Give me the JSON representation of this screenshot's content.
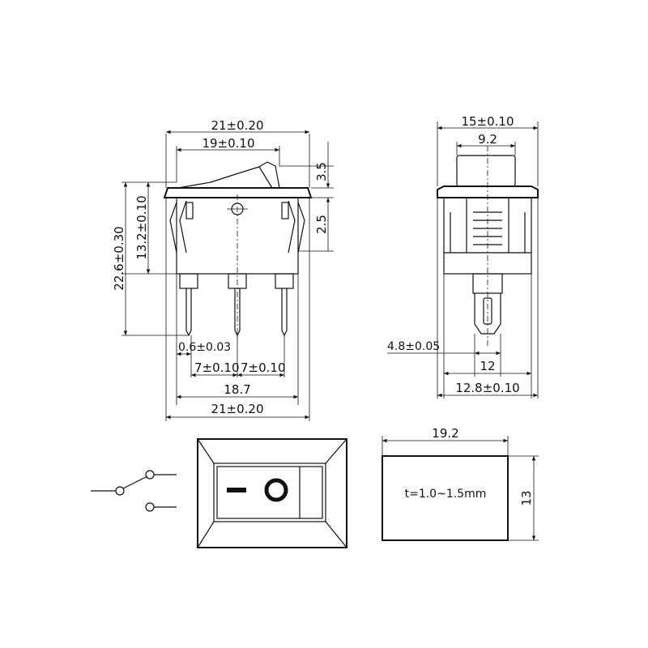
{
  "front_view": {
    "top_width": "21±0.20",
    "rocker_width": "19±0.10",
    "rocker_height": "3.5",
    "flange_gap": "2.5",
    "body_height": "13.2±0.10",
    "total_height": "22.6±0.30",
    "pin_width": "0.6±0.03",
    "pitch_left": "7±0.10",
    "pitch_right": "7±0.10",
    "pin_span": "18.7",
    "bottom_width": "21±0.20"
  },
  "side_view": {
    "top_width": "15±0.10",
    "rocker_width": "9.2",
    "terminal_width": "4.8±0.05",
    "body_width": "12",
    "flange_width": "12.8±0.10"
  },
  "cutout": {
    "width": "19.2",
    "height": "13",
    "thickness": "t=1.0~1.5mm"
  }
}
